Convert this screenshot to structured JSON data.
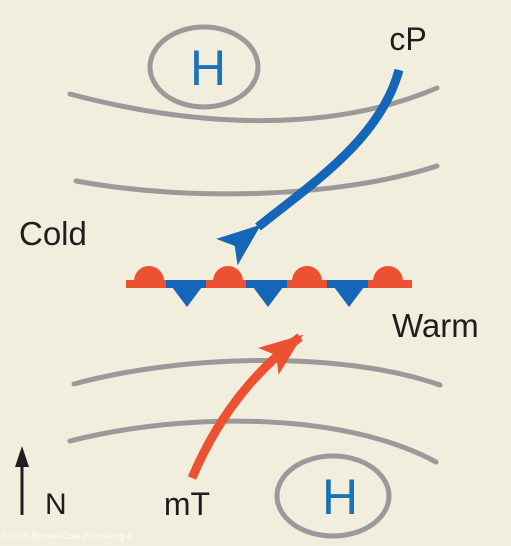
{
  "labels": {
    "high_top": "H",
    "high_bottom": "H",
    "cp": "cP",
    "mt": "mT",
    "cold": "Cold",
    "warm": "Warm",
    "north": "N",
    "credit": "©2005 Brooks/Cole Publishing a"
  },
  "colors": {
    "background": "#f2eedd",
    "isobar": "#9a9a9a",
    "high_text": "#1b72b8",
    "cold_arrow": "#1565b8",
    "warm_arrow": "#ec5232",
    "warm_front": "#ec5232",
    "cold_front": "#1565b8",
    "text": "#1e1e1e"
  },
  "icons": {
    "north_arrow": "arrow-up-icon"
  }
}
